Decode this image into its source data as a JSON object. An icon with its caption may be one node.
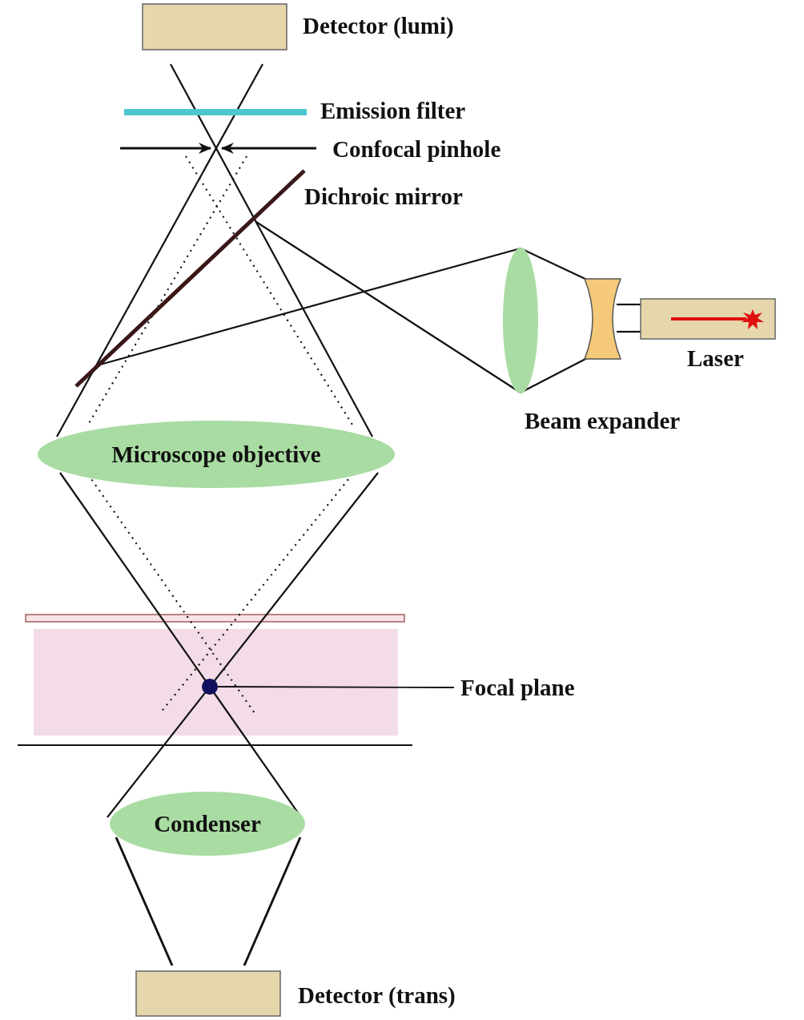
{
  "diagram": {
    "nodes": [
      {
        "text": [
          "Microscope objective"
        ]
      },
      {
        "text": [
          "Condenser"
        ]
      },
      {
        "text": [
          "Focal plane"
        ]
      },
      {
        "text": [],
        "shape": "circle"
      }
    ],
    "edges": [
      {
        "from": 2,
        "to": 3,
        "arrow": "none"
      }
    ],
    "labels": [
      "Detector (lumi)",
      "Emission filter",
      "Confocal pinhole",
      "Dichroic mirror",
      "Laser",
      "Beam expander",
      "Detector (trans)"
    ]
  }
}
